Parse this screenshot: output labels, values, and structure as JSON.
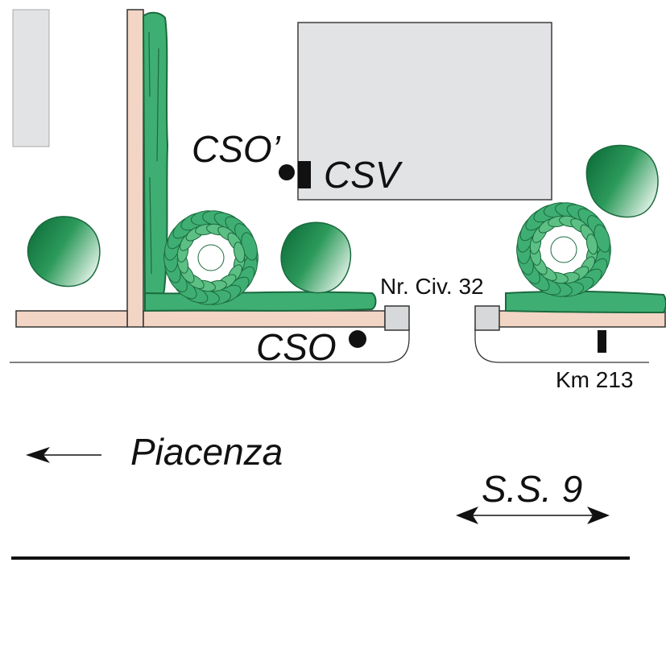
{
  "labels": {
    "cso_prime": "CSO’",
    "csv": "CSV",
    "cso": "CSO",
    "civic_number": "Nr. Civ. 32",
    "km_marker": "Km 213",
    "direction_city": "Piacenza",
    "road_name": "S.S. 9"
  },
  "colors": {
    "building": "#e2e3e5",
    "building_stroke": "#3c3c3c",
    "sidewalk": "#f2d5c4",
    "hedge": "#3fae72",
    "hedge_dark": "#1a6a3e",
    "tree_light": "#e6f4ea",
    "tree_dark": "#0f6f3c",
    "post": "#d6d8da",
    "ink": "#111111"
  },
  "icons": {
    "cso_prime_marker": "filled-circle",
    "csv_marker": "filled-square",
    "cso_marker": "filled-circle",
    "km_marker": "post-bar",
    "direction_arrow": "left-arrow",
    "road_arrow": "double-arrow"
  }
}
